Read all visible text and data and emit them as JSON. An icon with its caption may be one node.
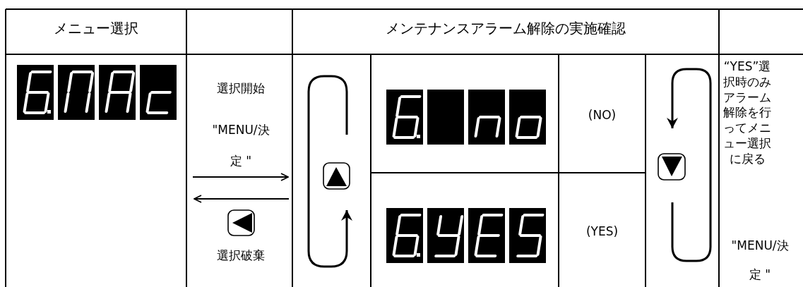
{
  "diagram": {
    "labels": [
      "メニュー選択",
      "メンテナンスアラーム解除の実施確認",
      "選択開始",
      "\"MENU/決定 \"",
      "(NO)",
      "“YES”選択時のみアラーム解除を行ってメニュー選択に戻る",
      "(YES)",
      "\"MENU/決定 \"",
      "選択破棄"
    ]
  }
}
